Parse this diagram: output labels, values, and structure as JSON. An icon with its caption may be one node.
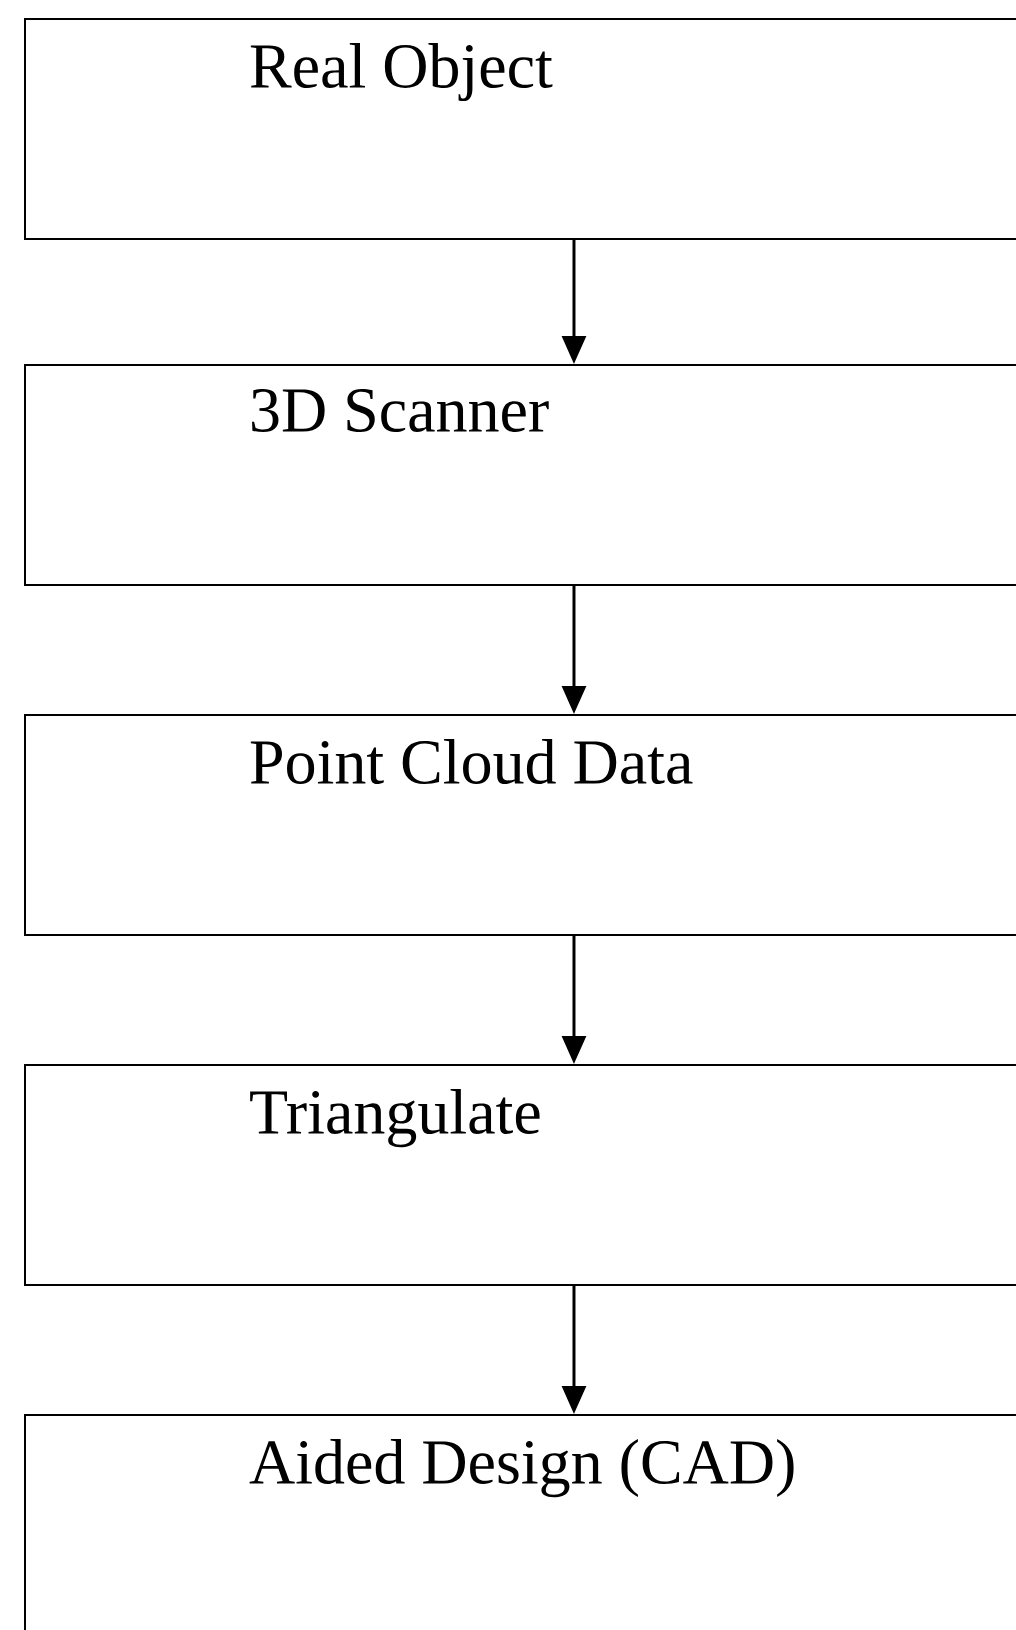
{
  "diagram": {
    "nodes": [
      {
        "text": [
          "Real Object"
        ]
      },
      {
        "text": [
          "3D Scanner"
        ]
      },
      {
        "text": [
          "Point Cloud Data"
        ]
      },
      {
        "text": [
          "Triangulate"
        ]
      },
      {
        "text": [
          "Aided Design (CAD)"
        ]
      }
    ],
    "edges": [
      {
        "from": 0,
        "to": 1,
        "arrow": "to"
      },
      {
        "from": 1,
        "to": 2,
        "arrow": "to"
      },
      {
        "from": 2,
        "to": 3,
        "arrow": "to"
      },
      {
        "from": 3,
        "to": 4,
        "arrow": "to"
      }
    ]
  }
}
